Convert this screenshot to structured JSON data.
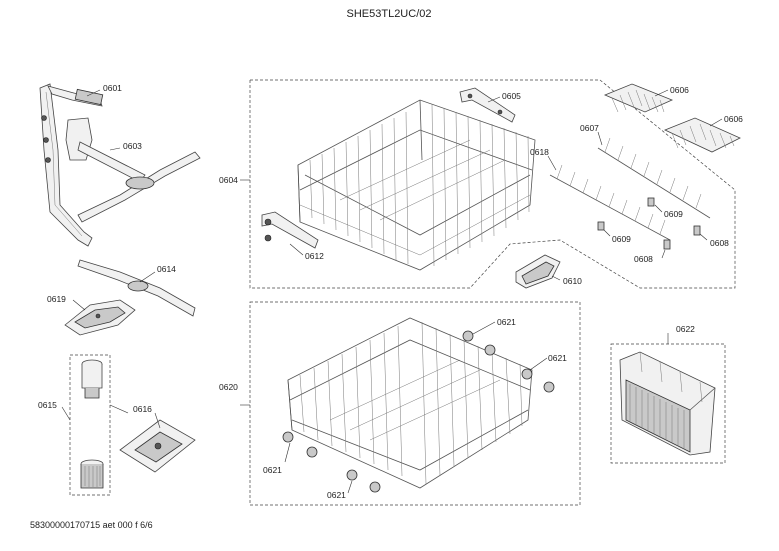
{
  "title": "SHE53TL2UC/02",
  "footer": "58300000170715 aet 000 f 6/6",
  "labels": {
    "p0601": "0601",
    "p0603": "0603",
    "p0604": "0604",
    "p0605": "0605",
    "p0606a": "0606",
    "p0606b": "0606",
    "p0607": "0607",
    "p0618": "0618",
    "p0609a": "0609",
    "p0609b": "0609",
    "p0608a": "0608",
    "p0608b": "0608",
    "p0610": "0610",
    "p0612": "0612",
    "p0614": "0614",
    "p0619": "0619",
    "p0615": "0615",
    "p0616": "0616",
    "p0620": "0620",
    "p0621a": "0621",
    "p0621b": "0621",
    "p0621c": "0621",
    "p0621d": "0621",
    "p0622": "0622"
  }
}
